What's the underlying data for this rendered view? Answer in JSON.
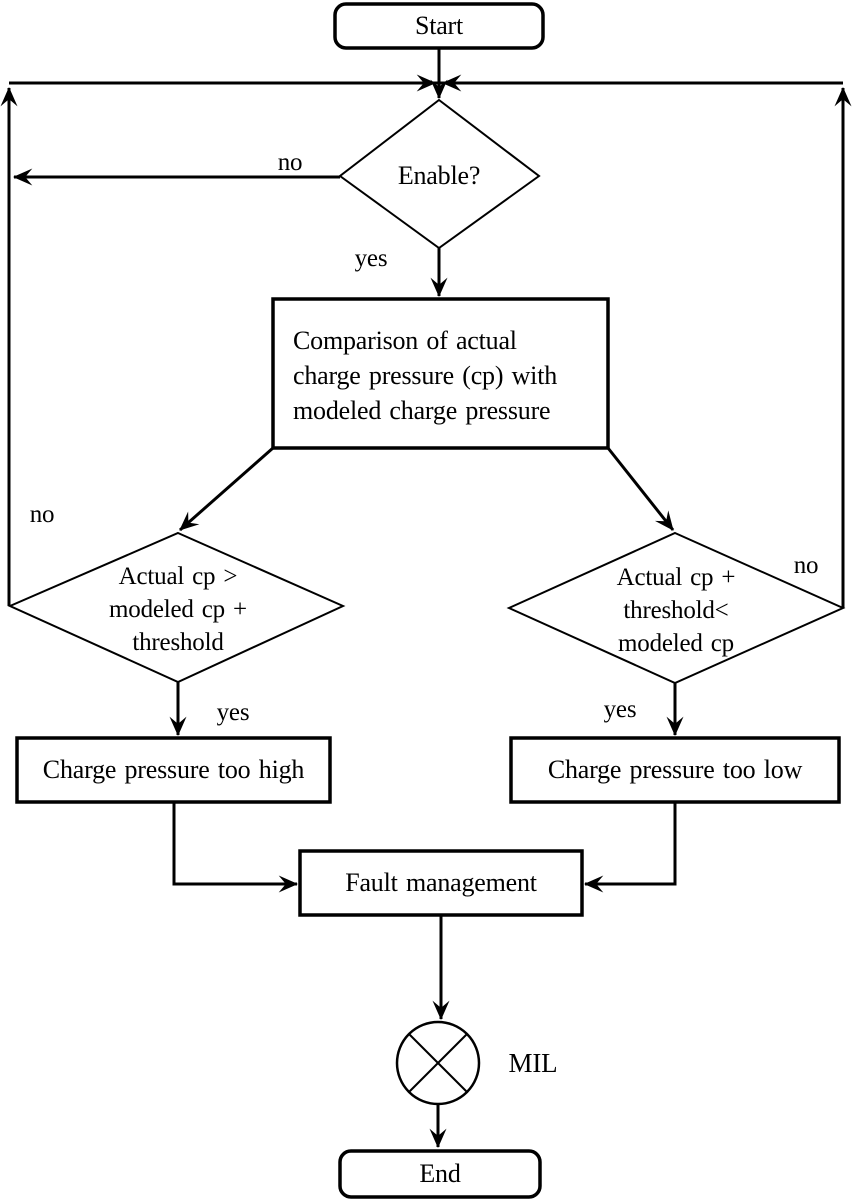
{
  "flowchart": {
    "nodes": {
      "start": {
        "label": "Start"
      },
      "enable": {
        "label": "Enable?"
      },
      "comparison": {
        "lines": [
          "Comparison of actual",
          "charge pressure (cp) with",
          "modeled charge pressure"
        ]
      },
      "high_check": {
        "lines": [
          "Actual cp >",
          "modeled cp +",
          "threshold"
        ]
      },
      "low_check": {
        "lines": [
          "Actual cp +",
          "threshold<",
          "modeled cp"
        ]
      },
      "too_high": {
        "label": "Charge pressure too high"
      },
      "too_low": {
        "label": "Charge pressure too low"
      },
      "fault": {
        "label": "Fault management"
      },
      "mil": {
        "label": "MIL"
      },
      "end": {
        "label": "End"
      }
    },
    "edge_labels": {
      "enable_no": "no",
      "enable_yes": "yes",
      "high_no": "no",
      "high_yes": "yes",
      "low_no": "no",
      "low_yes": "yes"
    },
    "colors": {
      "ink": "#000000",
      "background": "#ffffff"
    }
  }
}
